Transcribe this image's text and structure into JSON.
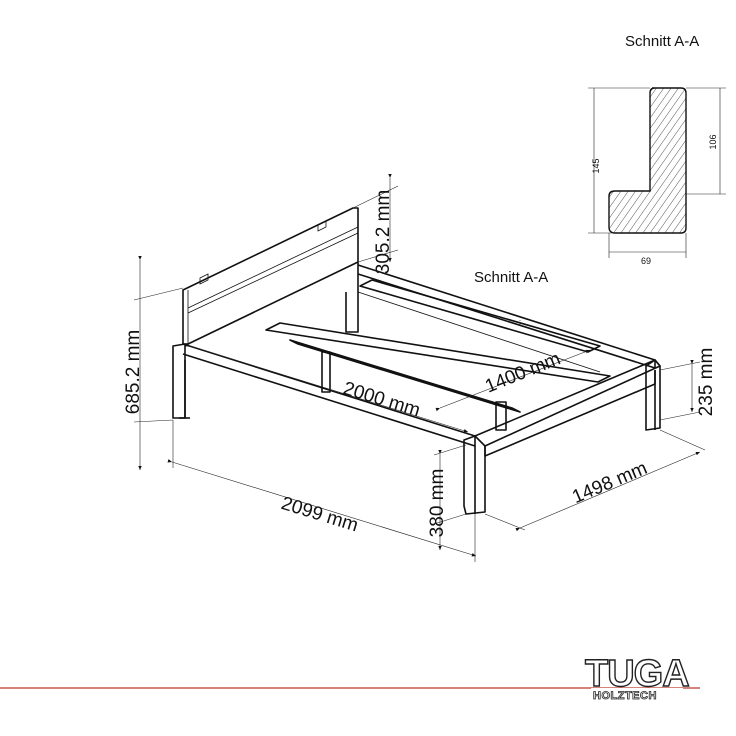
{
  "section_title_top": "Schnitt A-A",
  "section_label_mid": "Schnitt A-A",
  "dimensions": {
    "total_height": "685.2 mm",
    "headboard_height": "305.2 mm",
    "overall_length": "2099 mm",
    "inner_length": "2000 mm",
    "inner_width": "1400 mm",
    "overall_width": "1498 mm",
    "leg_height": "380 mm",
    "frame_height": "235 mm"
  },
  "section_dims": {
    "height": "145",
    "upper_height": "106",
    "width": "69"
  },
  "logo": {
    "main": "TUGA",
    "sub": "HOLZTECH"
  },
  "colors": {
    "line": "#111111",
    "footer_line": "#c0392b",
    "logo": "#222222"
  }
}
